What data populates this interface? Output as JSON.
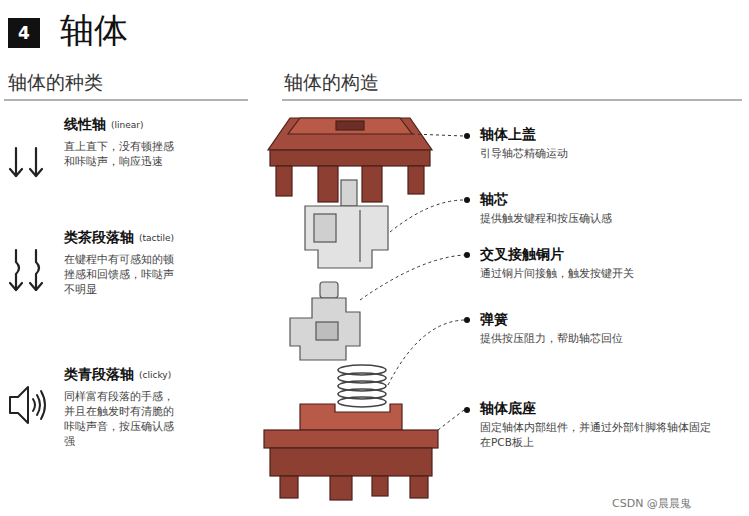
{
  "diagram": {
    "title": "轴体",
    "nodes": [
      {
        "text": [
          "4"
        ]
      }
    ],
    "labels": [
      "轴体的种类",
      "轴体的构造",
      "线性轴",
      "(linear)",
      "直上直下，没有顿挫感和咔哒声，响应迅速",
      "类茶段落轴",
      "(tactile)",
      "在键程中有可感知的顿挫感和回馈感，咔哒声不明显",
      "类青段落轴",
      "(clicky)",
      "同样富有段落的手感，并且在触发时有清脆的咔哒声音，按压确认感强",
      "轴体上盖",
      "引导轴芯精确运动",
      "轴芯",
      "提供触发键程和按压确认感",
      "交叉接触铜片",
      "通过铜片间接触，触发按键开关",
      "弹簧",
      "提供按压阻力，帮助轴芯回位",
      "轴体底座",
      "固定轴体内部组件，并通过外部针脚将轴体固定在PCB板上",
      "CSDN @晨晨鬼"
    ]
  }
}
